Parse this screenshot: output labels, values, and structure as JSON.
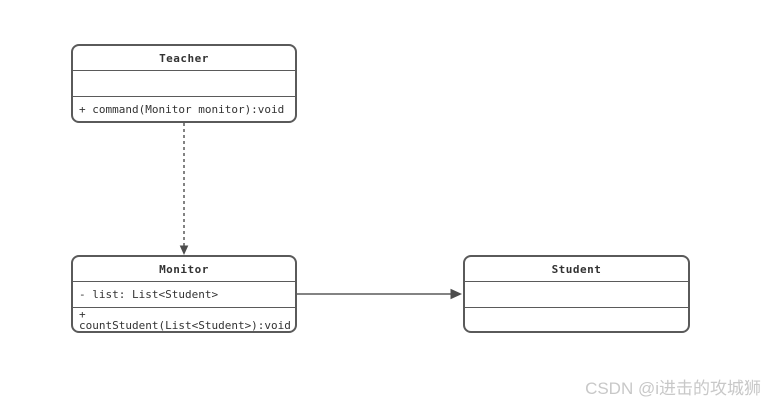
{
  "diagram": {
    "type": "uml-class-diagram",
    "classes": [
      {
        "id": "teacher",
        "name": "Teacher",
        "attributes": [],
        "methods": [
          "+ command(Monitor monitor):void"
        ]
      },
      {
        "id": "monitor",
        "name": "Monitor",
        "attributes": [
          "- list: List<Student>"
        ],
        "methods": [
          "+ countStudent(List<Student>):void"
        ]
      },
      {
        "id": "student",
        "name": "Student",
        "attributes": [],
        "methods": []
      }
    ],
    "relations": [
      {
        "from": "Teacher",
        "to": "Monitor",
        "style": "dashed",
        "type": "dependency",
        "direction": "down"
      },
      {
        "from": "Monitor",
        "to": "Student",
        "style": "solid",
        "type": "association",
        "direction": "right"
      }
    ]
  },
  "colors": {
    "border": "#5a5a5a",
    "text": "#333333",
    "arrow": "#4d4d4d",
    "watermark": "#c8c8c8",
    "background": "#ffffff"
  },
  "watermark": {
    "text": "CSDN @i进击的攻城狮"
  }
}
